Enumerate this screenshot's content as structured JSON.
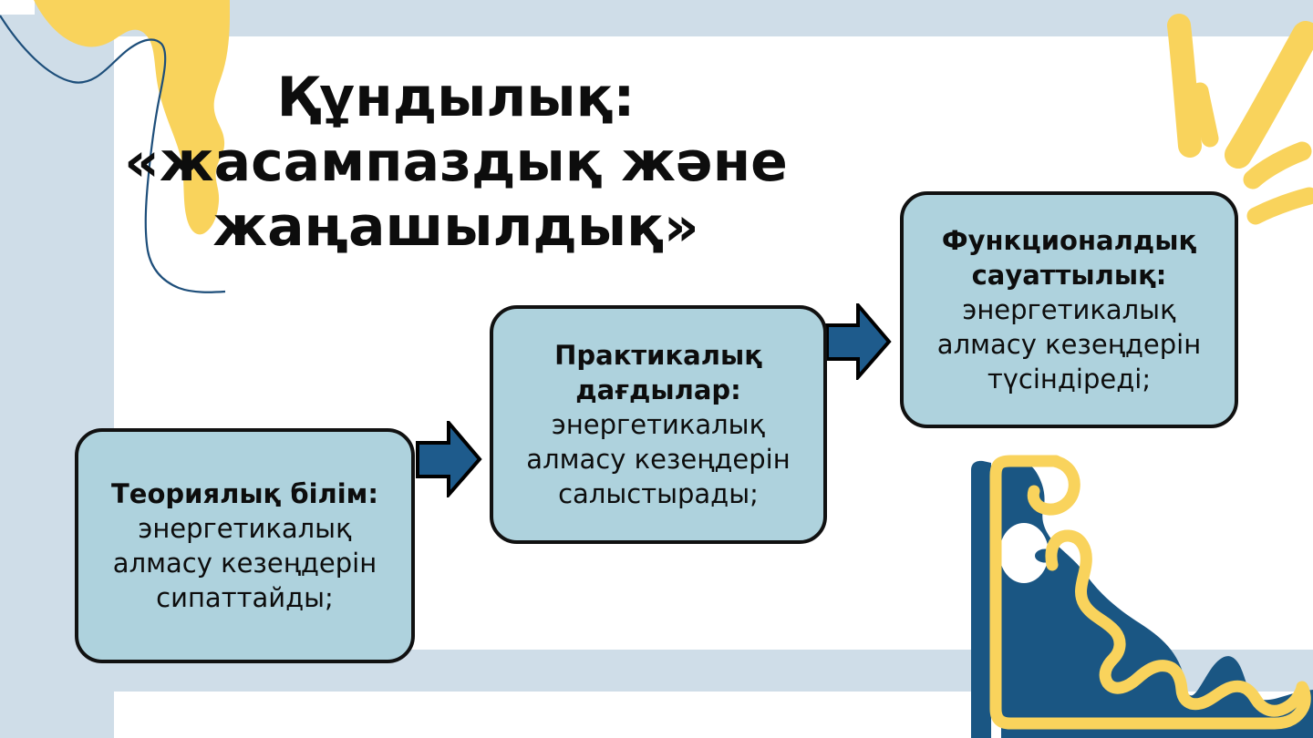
{
  "slide": {
    "title_lines": [
      "Құндылық:",
      "«жасампаздық және",
      "жаңашылдық»"
    ],
    "boxes": [
      {
        "heading_lines": [
          "Теориялық білім:"
        ],
        "body_lines": [
          "энергетикалық",
          "алмасу кезеңдерін",
          "сипаттайды;"
        ]
      },
      {
        "heading_lines": [
          "Практикалық",
          "дағдылар:"
        ],
        "body_lines": [
          "энергетикалық",
          "алмасу кезеңдерін",
          "салыстырады;"
        ]
      },
      {
        "heading_lines": [
          "Функционалдық",
          "сауаттылық:"
        ],
        "body_lines": [
          "энергетикалық",
          "алмасу кезеңдерін",
          "түсіндіреді;"
        ]
      }
    ],
    "colors": {
      "background": "#cfdde8",
      "panel": "#ffffff",
      "box_fill": "#aed2dd",
      "box_border": "#111111",
      "arrow_fill": "#1e5b8c",
      "deco_blue": "#1a5683",
      "deco_yellow": "#f9d35c",
      "wave_line": "#1d4e7a",
      "text": "#0d0d0d"
    }
  }
}
